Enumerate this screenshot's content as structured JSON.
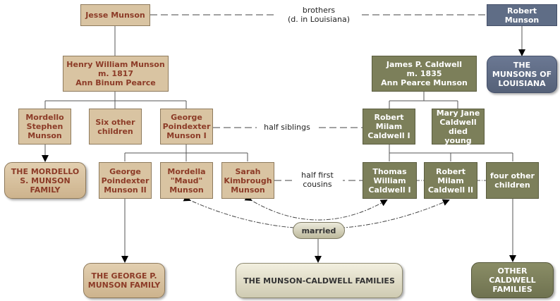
{
  "nodes": {
    "jesse": "Jesse Munson",
    "robert_munson": "Robert Munson",
    "henry": "Henry William Munson\nm. 1817\nAnn Binum Pearce",
    "james": "James P. Caldwell\nm. 1835\nAnn Pearce Munson",
    "munsons_louisiana": "THE\nMUNSONS OF\nLOUISIANA",
    "mordello": "Mordello\nStephen\nMunson",
    "six_other": "Six other\nchildren",
    "george1": "George\nPoindexter\nMunson I",
    "robert_caldwell1": "Robert\nMilam\nCaldwell I",
    "mary_jane": "Mary Jane\nCaldwell\ndied young",
    "mordello_family": "THE MORDELLO\nS. MUNSON\nFAMILY",
    "george2": "George\nPoindexter\nMunson II",
    "maud": "Mordella\n\"Maud\"\nMunson",
    "sarah": "Sarah\nKimbrough\nMunson",
    "thomas": "Thomas\nWilliam\nCaldwell I",
    "robert_caldwell2": "Robert\nMilam\nCaldwell II",
    "four_other": "four other\nchildren",
    "married": "married",
    "george_family": "THE GEORGE P.\nMUNSON FAMILY",
    "munson_caldwell": "THE MUNSON-CALDWELL FAMILIES",
    "other_caldwell": "OTHER\nCALDWELL\nFAMILIES"
  },
  "relations": {
    "brothers": "brothers\n(d. in Louisiana)",
    "half_siblings": "half siblings",
    "half_first_cousins": "half first\ncousins"
  },
  "colors": {
    "tan": "#d9c4a2",
    "tan_text": "#8c3b27",
    "green": "#7c7f5a",
    "slate": "#5f6d86",
    "line": "#555555"
  }
}
